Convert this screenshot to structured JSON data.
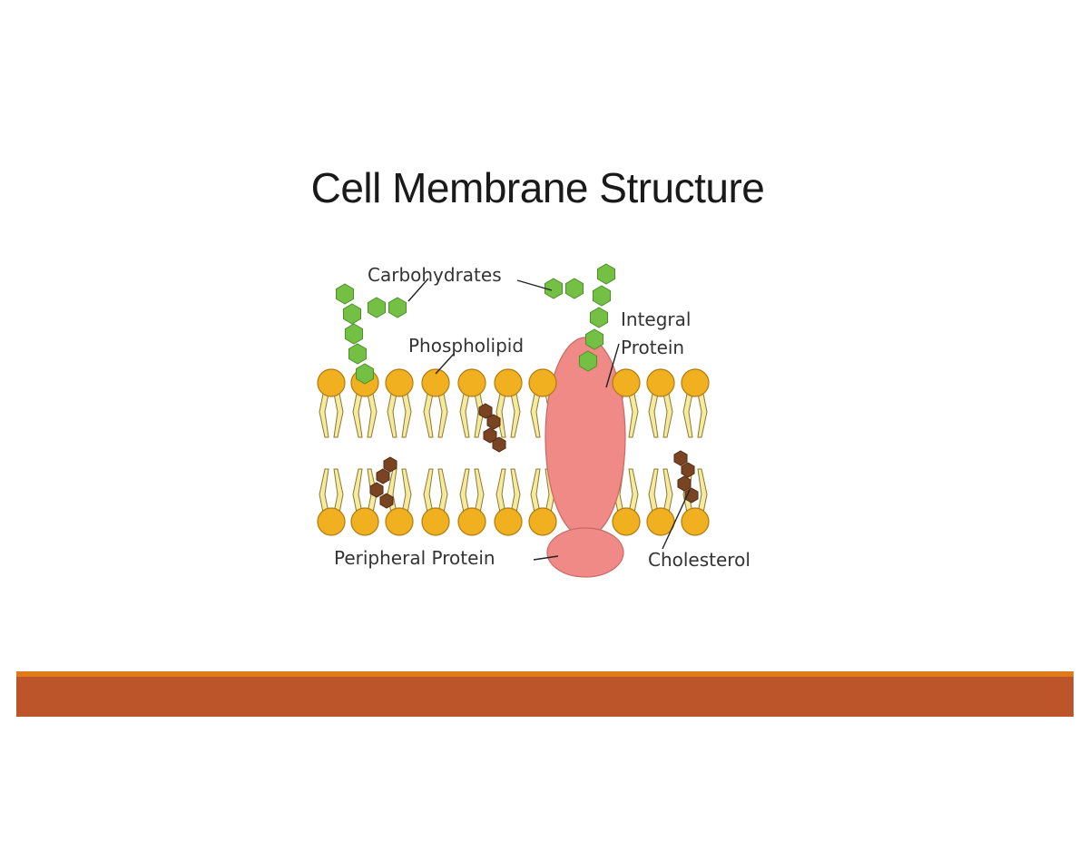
{
  "slide": {
    "title": "Cell Membrane Structure"
  },
  "diagram": {
    "labels": {
      "carbohydrates": "Carbohydrates",
      "phospholipid": "Phospholipid",
      "integral_protein_line1": "Integral",
      "integral_protein_line2": "Protein",
      "peripheral_protein": "Peripheral Protein",
      "cholesterol": "Cholesterol"
    },
    "colors": {
      "phospholipid_head": "#f0b020",
      "phospholipid_tail": "#f6eaa0",
      "carbohydrate": "#74c044",
      "cholesterol": "#7a4422",
      "protein": "#f08a86"
    }
  },
  "theme": {
    "band_color": "#bd552b",
    "band_accent": "#e07b1a"
  }
}
